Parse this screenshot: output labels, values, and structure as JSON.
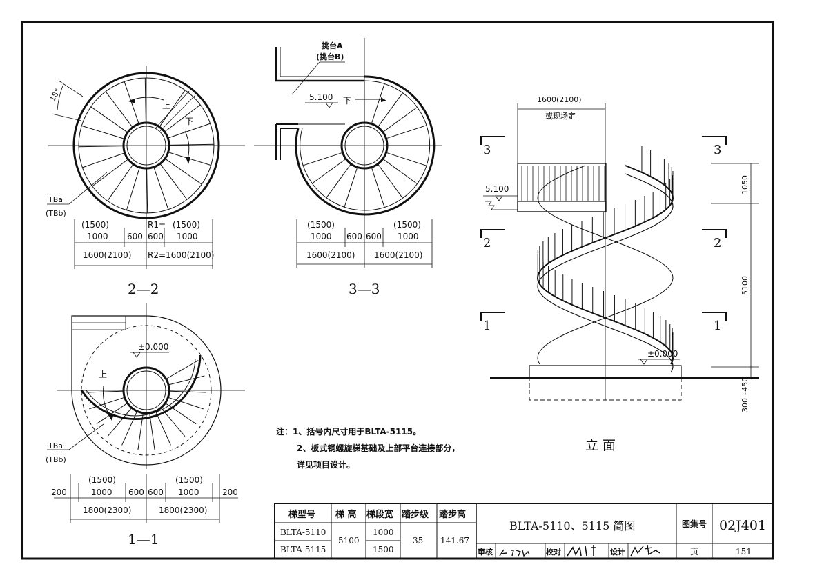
{
  "views": {
    "section22": {
      "title": "2—2"
    },
    "section33": {
      "title": "3—3"
    },
    "section11": {
      "title": "1—1"
    },
    "elevation": {
      "title": "立  面"
    }
  },
  "labels": {
    "angle": "18°",
    "up": "上",
    "down": "下",
    "tba": "TBa",
    "tbb": "(TBb)",
    "platform_a": "挑台A",
    "platform_b": "(挑台B)",
    "level_top": "5.100",
    "level_zero": "±0.000",
    "width_top": "1600(2100)",
    "width_top_note": "或现场定",
    "section_mark_1": "1",
    "section_mark_2": "2",
    "section_mark_3": "3"
  },
  "dims_22": {
    "row1": [
      "(1500)",
      "R1=",
      "(1500)"
    ],
    "row2": [
      "1000",
      "600",
      "600",
      "1000"
    ],
    "row3": [
      "1600(2100)",
      "R2=1600(2100)"
    ]
  },
  "dims_33": {
    "row1": [
      "(1500)",
      "(1500)"
    ],
    "row2": [
      "1000",
      "600",
      "600",
      "1000"
    ],
    "row3": [
      "1600(2100)",
      "1600(2100)"
    ]
  },
  "dims_11": {
    "row1": [
      "(1500)",
      "(1500)"
    ],
    "row2": [
      "200",
      "1000",
      "600",
      "600",
      "1000",
      "200"
    ],
    "row3": [
      "1800(2300)",
      "1800(2300)"
    ]
  },
  "elev_dims": [
    "1050",
    "5100",
    "300~450"
  ],
  "notes": [
    "注：1、括号内尺寸用于BLTA-5115。",
    "2、板式钢螺旋梯基础及上部平台连接部分，",
    "详见项目设计。"
  ],
  "table": {
    "headers": [
      "梯型号",
      "梯 高",
      "梯段宽",
      "踏步级",
      "踏步高"
    ],
    "rows": [
      [
        "BLTA-5110",
        "5100",
        "1000",
        "35",
        "141.67"
      ],
      [
        "BLTA-5115",
        "",
        "1500",
        "",
        ""
      ]
    ],
    "title": "BLTA-5110、5115 简图",
    "atlas_label": "图集号",
    "atlas_no": "02J401",
    "review_label": "审核",
    "check_label": "校对",
    "design_label": "设计",
    "page_label": "页",
    "page_no": "151"
  }
}
